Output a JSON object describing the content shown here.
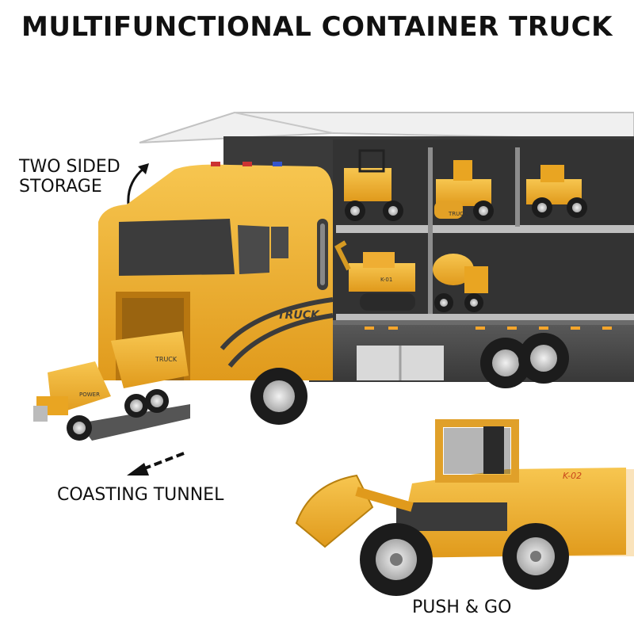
{
  "title": "MULTIFUNCTIONAL CONTAINER TRUCK",
  "callouts": {
    "storage_line1": "TWO SIDED",
    "storage_line2": "STORAGE",
    "tunnel": "COASTING TUNNEL",
    "push": "PUSH & GO"
  },
  "decals": {
    "cab_brand": "TRUCK",
    "dump_brand": "TRUCK",
    "dump_side": "POWER",
    "mini_truck": "TRUCK",
    "excavator_id": "K-01",
    "loader_id": "K-02"
  },
  "colors": {
    "toy_yellow": "#f2b533",
    "toy_yellow_dark": "#d48f16",
    "trailer_gray": "#4a4a4a",
    "tire": "#1c1c1c",
    "background": "#ffffff"
  }
}
